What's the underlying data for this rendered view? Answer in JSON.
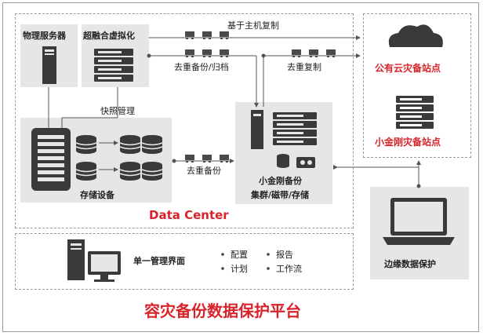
{
  "physical_server": "物理服务器",
  "hyperconverged": "超融合虚拟化",
  "host_replication": "基于主机复制",
  "dedup_backup_archive": "去重备份/归档",
  "dedup_replication": "去重复制",
  "snapshot_management": "快照管理",
  "dedup_backup": "去重备份",
  "storage_device": "存储设备",
  "appliance": {
    "line1": "小金刚备份",
    "line2": "集群/磁带/存储"
  },
  "data_center": "Data Center",
  "public_cloud_site": "公有云灾备站点",
  "appliance_dr_site": "小金刚灾备站点",
  "edge_protection": "边缘数据保护",
  "management": {
    "title": "单一管理界面",
    "items": [
      "配置",
      "报告",
      "计划",
      "工作流"
    ]
  },
  "platform_title": "容灾备份数据保护平台",
  "colors": {
    "accent_red": "#d8232a",
    "device_dark": "#3a3a3a",
    "panel_grey": "#e6e6e6"
  }
}
